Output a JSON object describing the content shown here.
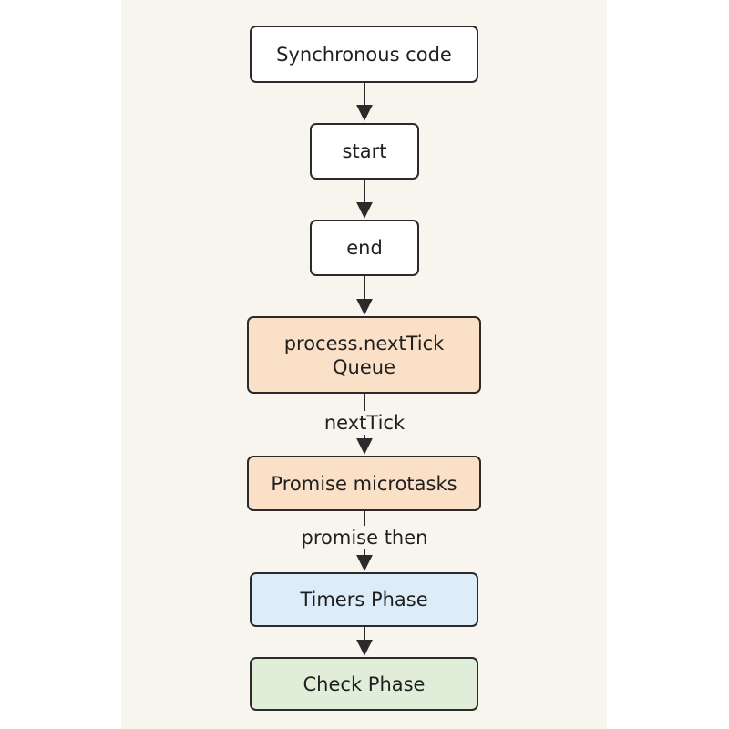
{
  "nodes": {
    "sync": "Synchronous code",
    "start": "start",
    "end": "end",
    "nexttick_queue": "process.nextTick Queue",
    "promise_microtasks": "Promise microtasks",
    "timers_phase": "Timers Phase",
    "check_phase": "Check Phase"
  },
  "edges": {
    "nexttick": "nextTick",
    "promise_then": "promise then"
  },
  "colors": {
    "canvas": "#f8f5ee",
    "default_fill": "#ffffff",
    "queue_fill": "#fbe0c8",
    "timers_fill": "#dcecf8",
    "check_fill": "#e0eed9",
    "stroke": "#2b2b2b"
  }
}
